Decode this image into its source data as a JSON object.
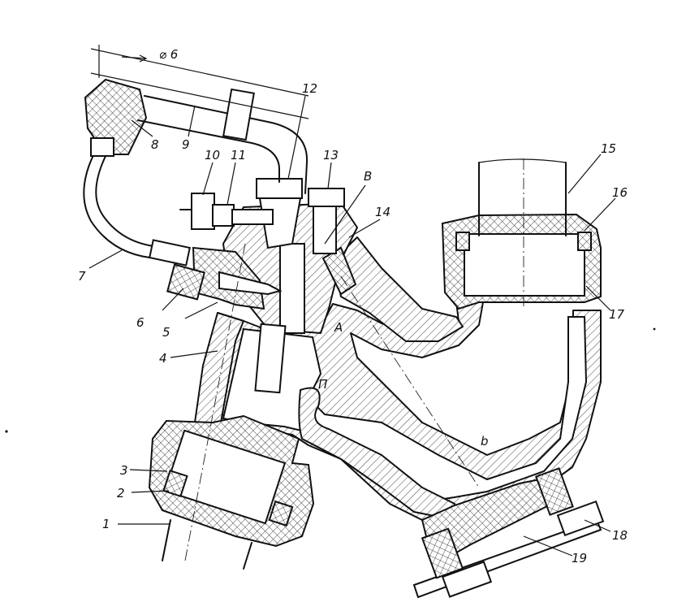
{
  "diagram": {
    "labels": {
      "l1": "1",
      "l2": "2",
      "l3": "3",
      "l4": "4",
      "l5": "5",
      "l6": "6",
      "l7": "7",
      "l8": "8",
      "l9": "9",
      "l10": "10",
      "l11": "11",
      "l12": "12",
      "l13": "13",
      "l14": "14",
      "l15": "15",
      "l16": "16",
      "l17": "17",
      "l18": "18",
      "l19": "19",
      "la": "A",
      "lb": "b",
      "lv": "В",
      "lp": "П",
      "dia": "⌀ 6"
    }
  }
}
